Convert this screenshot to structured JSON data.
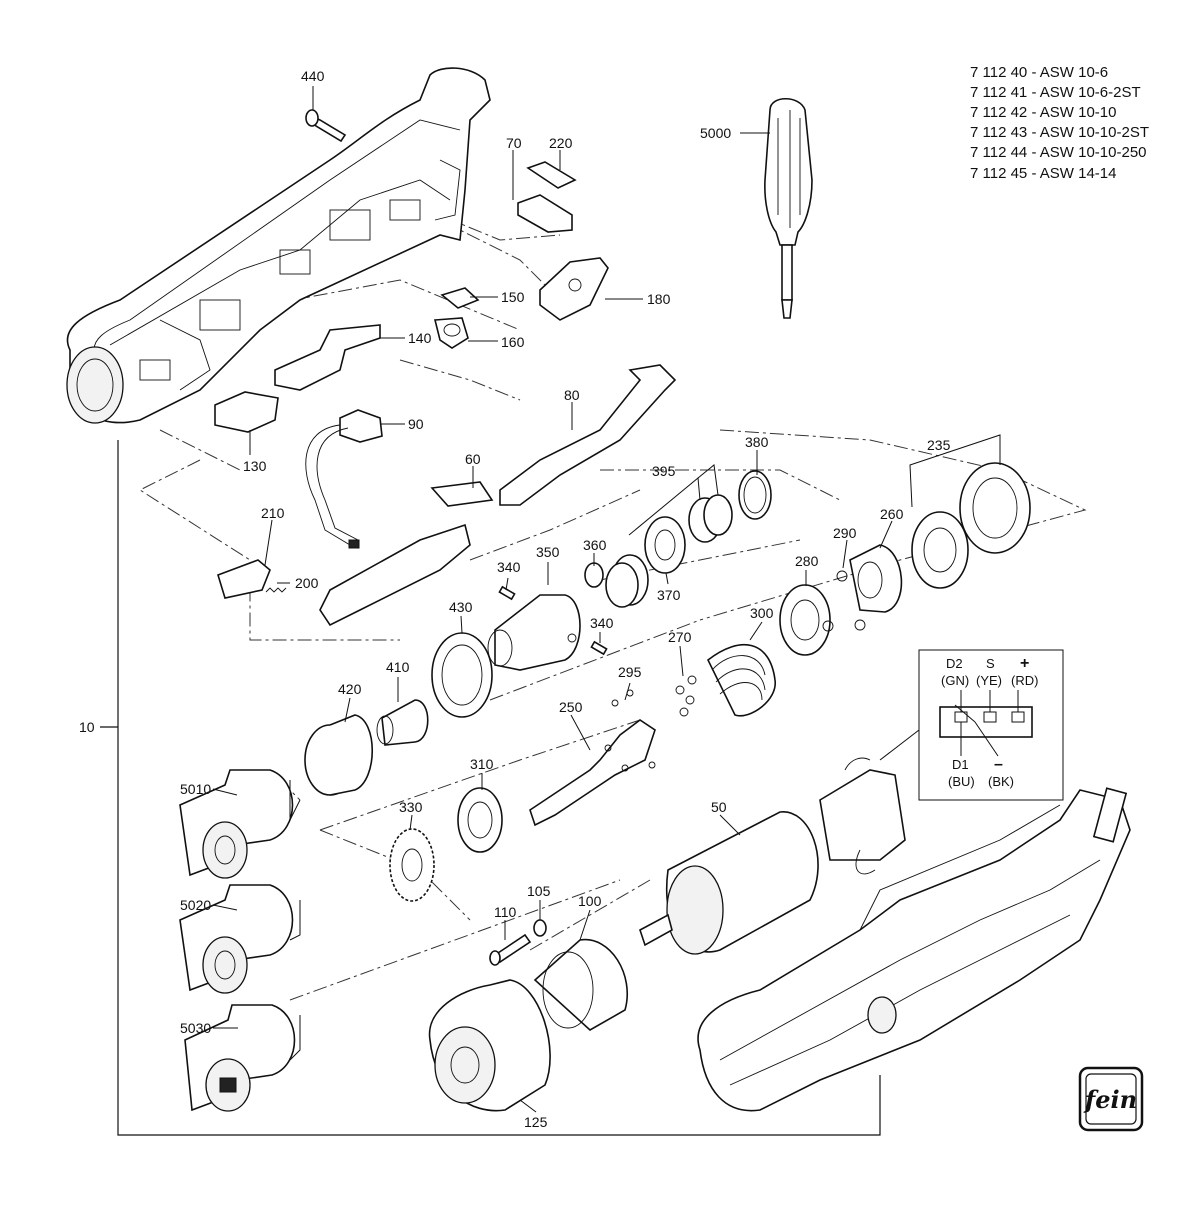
{
  "models": [
    "7 112 40 - ASW 10-6",
    "7 112 41 - ASW 10-6-2ST",
    "7 112 42 - ASW 10-10",
    "7 112 43 - ASW 10-10-2ST",
    "7 112 44 - ASW 10-10-250",
    "7 112 45 - ASW 14-14"
  ],
  "part_numbers": {
    "p440": "440",
    "p70": "70",
    "p220": "220",
    "p5000": "5000",
    "p150": "150",
    "p180": "180",
    "p140": "140",
    "p160": "160",
    "p90": "90",
    "p130": "130",
    "p80": "80",
    "p380": "380",
    "p395": "395",
    "p235": "235",
    "p60": "60",
    "p210": "210",
    "p360": "360",
    "p350": "350",
    "p260": "260",
    "p290": "290",
    "p280": "280",
    "p370": "370",
    "p340a": "340",
    "p340b": "340",
    "p200": "200",
    "p430": "430",
    "p300": "300",
    "p270": "270",
    "p295": "295",
    "p410": "410",
    "p420": "420",
    "p250": "250",
    "p10": "10",
    "p310": "310",
    "p5010": "5010",
    "p330": "330",
    "p50": "50",
    "p105": "105",
    "p100": "100",
    "p110": "110",
    "p5020": "5020",
    "p5030": "5030",
    "p125": "125"
  },
  "wiring": {
    "d2": "D2",
    "d2_color": "(GN)",
    "s": "S",
    "s_color": "(YE)",
    "plus": "+",
    "plus_color": "(RD)",
    "d1": "D1",
    "d1_color": "(BU)",
    "minus": "–",
    "minus_color": "(BK)"
  },
  "logo_text": "fein"
}
